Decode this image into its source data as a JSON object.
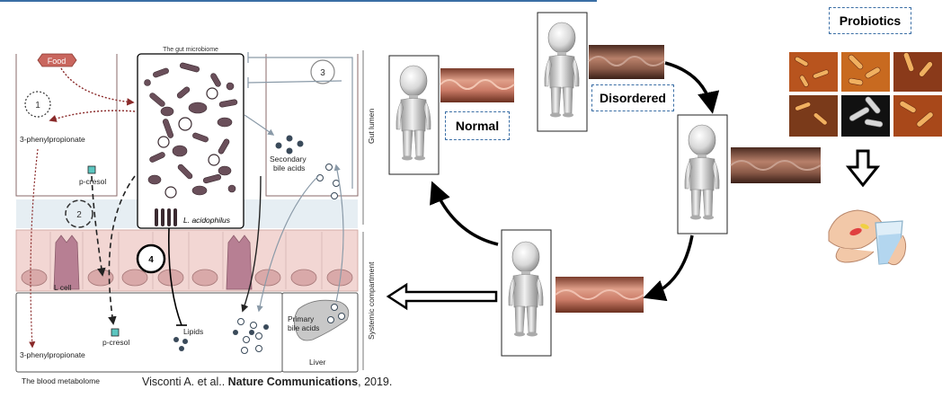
{
  "left_figure": {
    "top_label": "The gut microbiome",
    "food": "Food",
    "step1": "1",
    "step2": "2",
    "step3": "3",
    "step4": "4",
    "phenyl_top": "3-phenylpropionate",
    "pcresol_top": "p-cresol",
    "secondary_bile_1": "Secondary",
    "secondary_bile_2": "bile acids",
    "l_acidophilus": "L. acidophilus",
    "gut_lumen": "Gut lumen",
    "systemic": "Systemic compartment",
    "l_cell": "L cell",
    "pcresol_bottom": "p-cresol",
    "lipids": "Lipids",
    "primary_bile_1": "Primary",
    "primary_bile_2": "bile acids",
    "liver": "Liver",
    "phenyl_bottom": "3-phenylpropionate",
    "blood_metabolome": "The blood metabolome"
  },
  "citation": {
    "authors": "Visconti A.  et al.. ",
    "journal": "Nature Communications",
    "year": ", 2019."
  },
  "cycle": {
    "normal": "Normal",
    "disordered": "Disordered",
    "probiotics": "Probiotics"
  },
  "colors": {
    "accent_blue": "#3a6ea5",
    "gut_wall": "#f2d6d3",
    "cell_pink": "#d9a9a9",
    "l_cell": "#b77f93",
    "food_red": "#c9665e",
    "microbe": "#6a4f5a"
  }
}
